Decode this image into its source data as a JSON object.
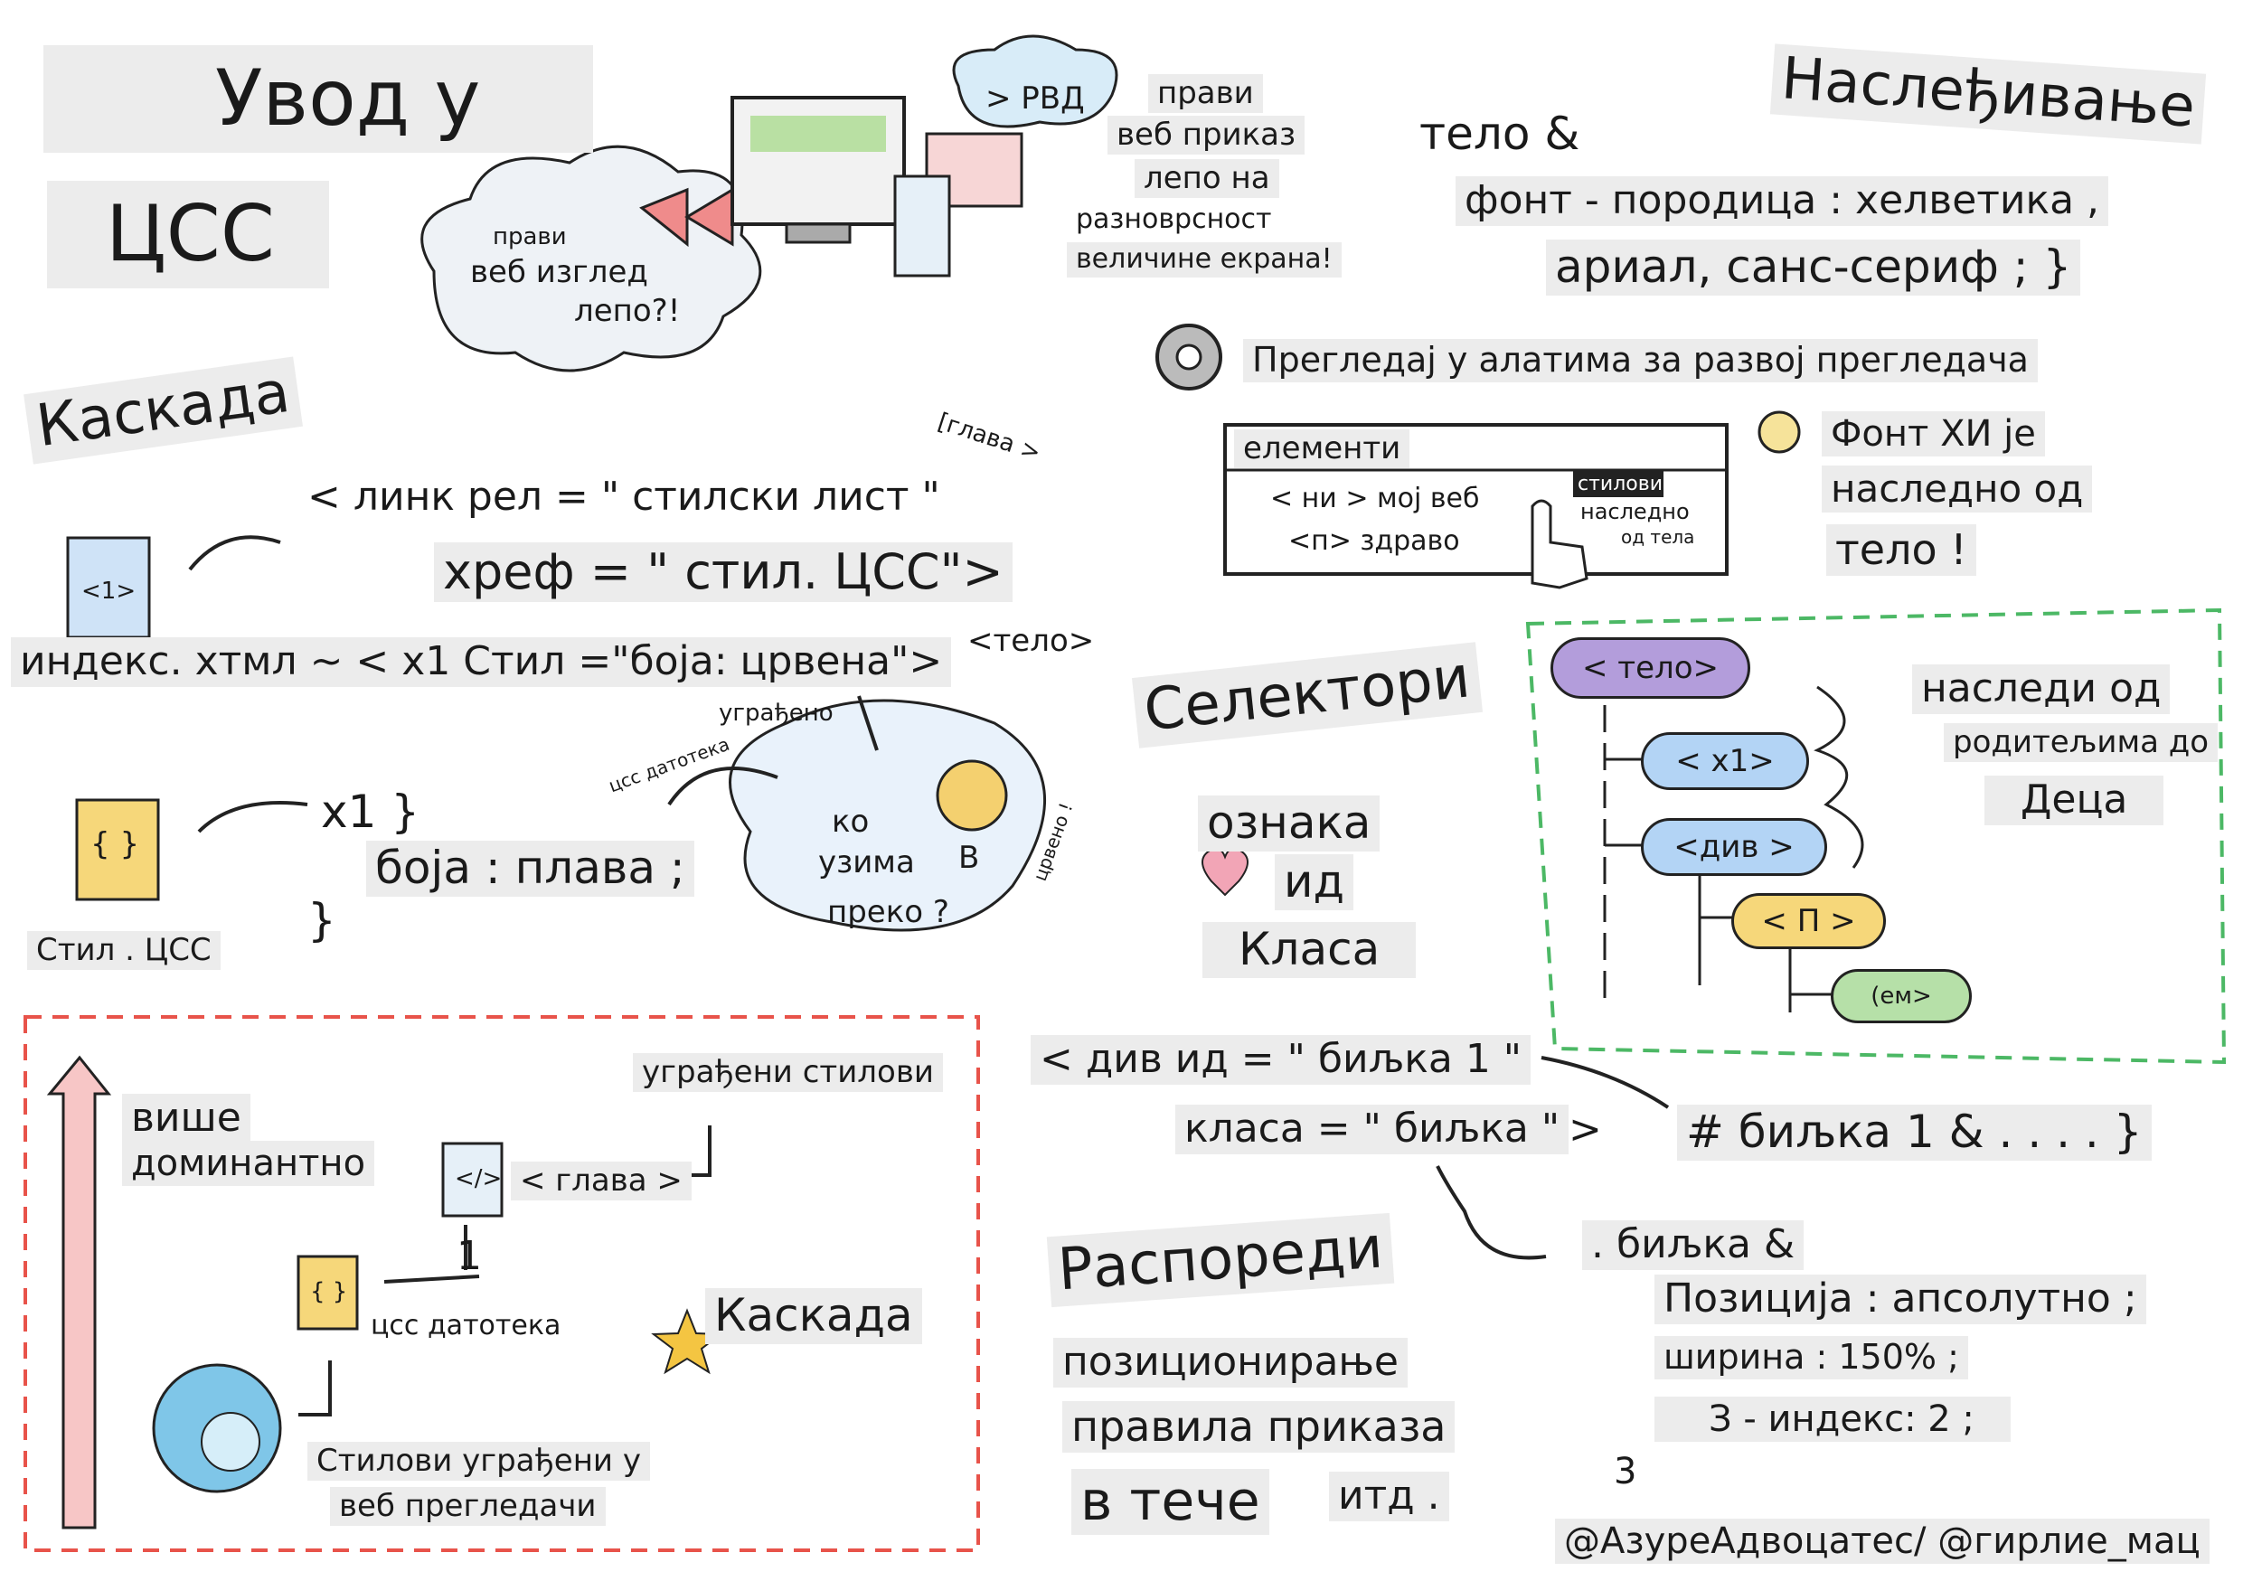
{
  "title": {
    "line1": "Увод у",
    "line2": "ЦСС"
  },
  "web_look": {
    "l1": "прави",
    "l2": "веб изглед",
    "l3": "лепо?!"
  },
  "rwd": {
    "tag": "> РВД",
    "l1": "прави",
    "l2": "веб приказ",
    "l3": "лепо на",
    "l4": "разноврсност",
    "l5": "величине екрана!"
  },
  "cascade": {
    "heading": "Каскада",
    "link_line1": "< линк рел = \" стилски лист \"",
    "link_line2": "хреф = \" стил. ЦСС\">",
    "head_bubble": "[глава >",
    "file_h1": "<1>",
    "inline_line": "индекс. хтмл ~ < х1 Стил =\"боја: црвена\">",
    "body_bubble": "<тело>",
    "embedded": "уграђено",
    "css_file_label": "цсс датотека",
    "who_l1": "ко",
    "who_l2": "узима",
    "who_l3": "преко ?",
    "red": "црвено !",
    "badge_b": "В",
    "rule_l1": "х1 }",
    "rule_l2": "боја : плава ;",
    "rule_l3": "}",
    "style_file": "Стил . ЦСС",
    "style_file_icon": "{ }"
  },
  "dominance": {
    "more": "више",
    "dominant": "доминантно",
    "builtin_styles": "уграђени стилови",
    "head_tag": "< глава >",
    "num1": "1",
    "css_file": "цсс датотека",
    "cascade_word": "Каскада",
    "browser_l1": "Стилови уграђени у",
    "browser_l2": "веб прегледачи",
    "code_icon": "</>",
    "braces_icon": "{ }"
  },
  "inheritance": {
    "heading": "Наслеђивање",
    "rule_l1": "тело &",
    "rule_l2": "фонт - породица : хелветика ,",
    "rule_l3": "ариал, санс-сериф ; }",
    "devtools": "Прегледај у алатима за развој прегледача",
    "elements_tab": "елементи",
    "styles_tab": "стилови",
    "dom_l1": "< ни > мој веб",
    "dom_l2": "<п> здраво",
    "inherited_l1": "наследно",
    "inherited_l2": "од тела",
    "font_l1": "Фонт ХИ је",
    "font_l2": "наследно од",
    "font_l3": "тело !"
  },
  "tree": {
    "nodes": [
      "< тело>",
      "< х1>",
      "<див >",
      "< П >",
      "(ем>"
    ],
    "inherit_l1": "наследи од",
    "inherit_l2": "родитељима до",
    "inherit_l3": "Деца"
  },
  "selectors": {
    "heading": "Селектори",
    "tag": "ознака",
    "id": "ид",
    "class": "Класа",
    "div_l1": "< див ид = \" биљка 1 \"",
    "div_l2": "класа = \" биљка \"",
    "div_close": ">",
    "id_rule": "# биљка 1 & . . . . }",
    "class_l1": ". биљка &",
    "class_l2": "Позиција : апсолутно ;",
    "class_l3": "ширина : 150% ;",
    "class_l4": "З - индекс: 2 ;",
    "class_l5": "3"
  },
  "layouts": {
    "heading": "Распореди",
    "l1": "позиционирање",
    "l2": "правила приказа",
    "l3": "в тече",
    "l4": "итд ."
  },
  "credit": "@АзуреАдвоцатес/ @гирлие_мац",
  "colors": {
    "red_box": "#e8534a",
    "green_box": "#4cb865",
    "purple": "#b39ddb",
    "blue": "#b3d4f5",
    "yellow": "#f6d77a",
    "green": "#b6e0a8"
  }
}
